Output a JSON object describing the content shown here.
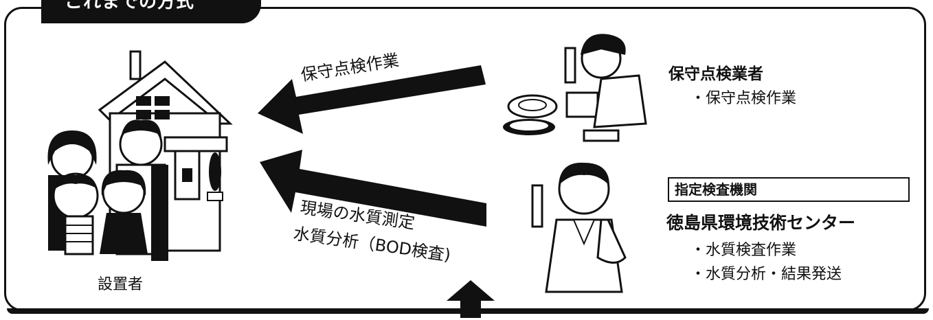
{
  "header": {
    "tab_title": "これまでの方式"
  },
  "owner": {
    "label": "設置者"
  },
  "arrows": {
    "maintenance_label": "保守点検作業",
    "inspection_label_line1": "現場の水質測定",
    "inspection_label_line2": "水質分析（BOD検査)"
  },
  "maintenance_company": {
    "title": "保守点検業者",
    "items": [
      "・保守点検作業"
    ]
  },
  "inspection_agency": {
    "box_label": "指定検査機関",
    "name": "徳島県環境技術センター",
    "items": [
      "・水質検査作業",
      "・水質分析・結果発送"
    ]
  }
}
